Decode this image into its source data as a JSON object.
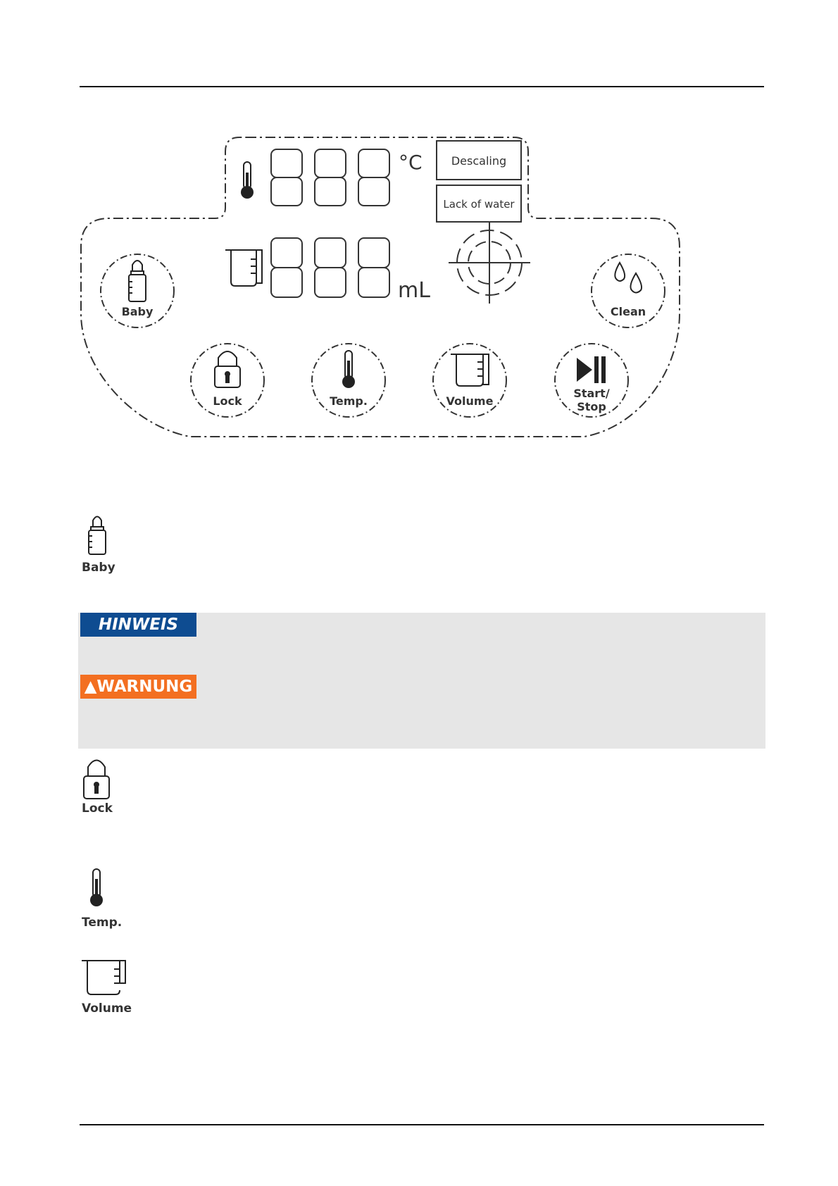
{
  "panel": {
    "temperature_unit": "°C",
    "volume_unit": "mL",
    "indicators": {
      "descaling": "Descaling",
      "lack_of_water": "Lack of water"
    },
    "buttons": {
      "baby": "Baby",
      "clean": "Clean",
      "lock": "Lock",
      "temp": "Temp.",
      "volume": "Volume",
      "start_stop_line1": "Start/",
      "start_stop_line2": "Stop"
    }
  },
  "legend": {
    "baby": "Baby",
    "lock": "Lock",
    "temp": "Temp.",
    "volume": "Volume"
  },
  "notices": {
    "hinweis": "HINWEIS",
    "warnung": "WARNUNG"
  },
  "colors": {
    "hinweis": "#0e4c91",
    "warnung": "#f36f21",
    "notice_background": "#e6e6e6"
  }
}
